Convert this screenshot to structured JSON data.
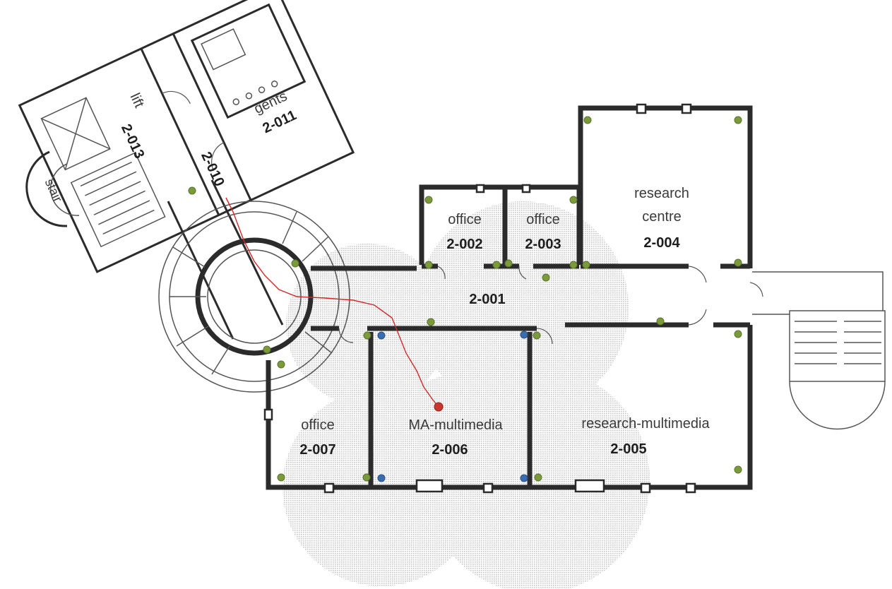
{
  "colors": {
    "coverage": "#b9b9b9",
    "wall": "#2b2b2b",
    "sensor_green": "#7a9a3c",
    "sensor_blue": "#3a6db0",
    "path_red": "#d22a2a",
    "position_marker": "#c8372d"
  },
  "rooms": {
    "r2_002": {
      "name": "office",
      "number": "2-002"
    },
    "r2_003": {
      "name": "office",
      "number": "2-003"
    },
    "r2_004": {
      "name_line1": "research",
      "name_line2": "centre",
      "number": "2-004"
    },
    "r2_001": {
      "number": "2-001"
    },
    "r2_007": {
      "name": "office",
      "number": "2-007"
    },
    "r2_006": {
      "name": "MA-multimedia",
      "number": "2-006"
    },
    "r2_005": {
      "name": "research-multimedia",
      "number": "2-005"
    },
    "r2_011": {
      "name": "gents",
      "number": "2-011"
    },
    "r2_013": {
      "name": "lift",
      "number": "2-013"
    },
    "r2_010": {
      "number": "2-010"
    },
    "stair": {
      "name": "stair"
    }
  },
  "icons": {
    "sensor": "green-dot",
    "beacon": "blue-dot",
    "position": "red-dot"
  }
}
